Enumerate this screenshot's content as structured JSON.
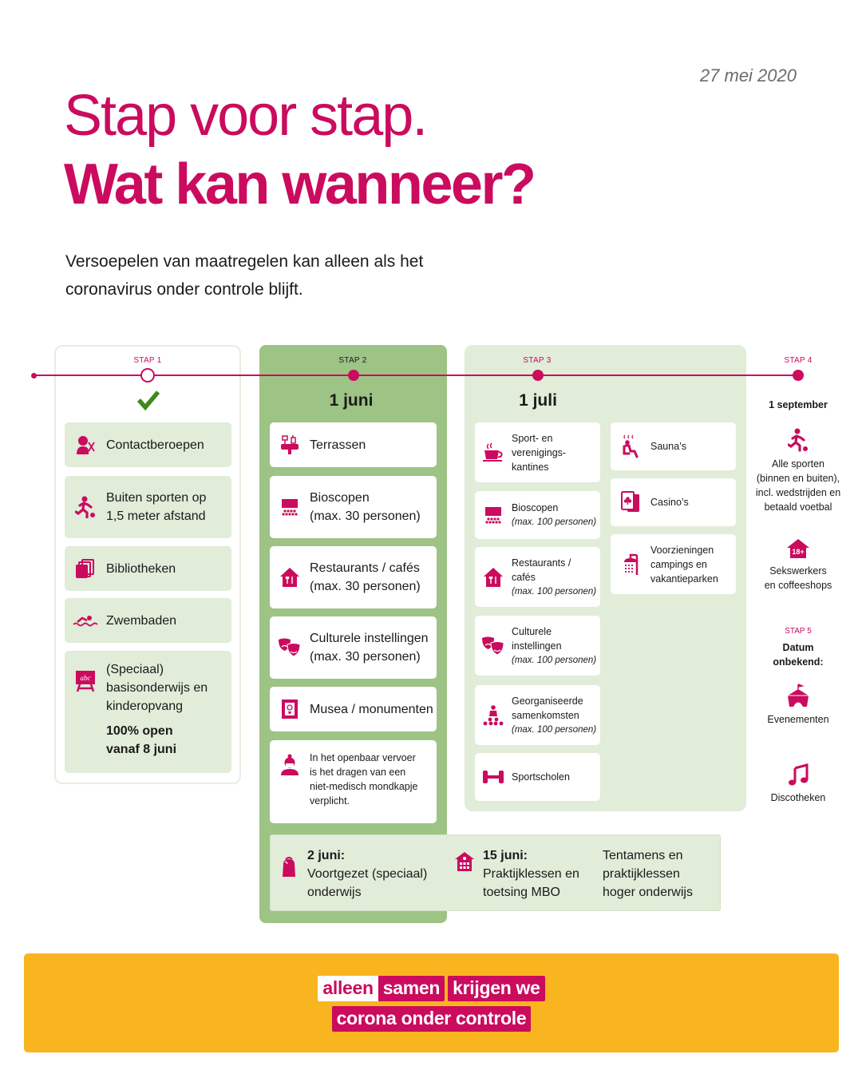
{
  "header": {
    "date": "27 mei 2020",
    "title_line1": "Stap voor stap.",
    "title_line2": "Wat kan wanneer?",
    "intro_line1": "Versoepelen van maatregelen kan alleen als het",
    "intro_line2": "coronavirus onder controle blijft."
  },
  "colors": {
    "magenta": "#ca0b5e",
    "dark_green": "#9dc385",
    "light_green": "#e1ecd9",
    "yellow": "#f9b51f",
    "check_green": "#3d8a1a"
  },
  "stap1": {
    "label": "STAP 1",
    "status_icon": "checkmark-icon",
    "items": [
      {
        "icon": "hairdresser-icon",
        "text": "Contactberoepen"
      },
      {
        "icon": "runner-icon",
        "line1": "Buiten sporten op",
        "line2": "1,5 meter afstand"
      },
      {
        "icon": "books-icon",
        "text": "Bibliotheken"
      },
      {
        "icon": "swimmer-icon",
        "text": "Zwembaden"
      },
      {
        "icon": "blackboard-icon",
        "line1": "(Speciaal)",
        "line2": "basisonderwijs en",
        "line3": "kinderopvang",
        "bold1": "100% open",
        "bold2": "vanaf 8 juni"
      }
    ]
  },
  "stap2": {
    "label": "STAP 2",
    "date": "1 juni",
    "items": [
      {
        "icon": "terrace-icon",
        "text": "Terrassen"
      },
      {
        "icon": "cinema-icon",
        "line1": "Bioscopen",
        "line2": "(max. 30 personen)"
      },
      {
        "icon": "restaurant-icon",
        "line1": "Restaurants / cafés",
        "line2": "(max. 30 personen)"
      },
      {
        "icon": "theater-masks-icon",
        "line1": "Culturele instellingen",
        "line2": "(max. 30 personen)"
      },
      {
        "icon": "museum-frame-icon",
        "text": "Musea / monumenten"
      },
      {
        "icon": "face-mask-icon",
        "line1": "In het openbaar vervoer",
        "line2": "is het dragen van een",
        "line3": "niet-medisch mondkapje",
        "line4": "verplicht."
      }
    ]
  },
  "stap3": {
    "label": "STAP 3",
    "date": "1 juli",
    "left_items": [
      {
        "icon": "coffee-cup-icon",
        "line1": "Sport- en",
        "line2": "verenigings-",
        "line3": "kantines"
      },
      {
        "icon": "cinema-icon",
        "line1": "Bioscopen",
        "note": "(max. 100 personen)"
      },
      {
        "icon": "restaurant-icon",
        "line1": "Restaurants /",
        "line2": "cafés",
        "note": "(max. 100 personen)"
      },
      {
        "icon": "theater-masks-icon",
        "line1": "Culturele",
        "line2": "instellingen",
        "note": "(max. 100 personen)"
      },
      {
        "icon": "gathering-icon",
        "line1": "Georganiseerde",
        "line2": "samenkomsten",
        "note": "(max. 100 personen)"
      },
      {
        "icon": "dumbbell-icon",
        "text": "Sportscholen"
      }
    ],
    "right_items": [
      {
        "icon": "sauna-icon",
        "text": "Sauna’s"
      },
      {
        "icon": "playing-card-icon",
        "text": "Casino’s"
      },
      {
        "icon": "shower-icon",
        "line1": "Voorzieningen",
        "line2": "campings en",
        "line3": "vakantieparken"
      }
    ]
  },
  "stap4": {
    "label": "STAP 4",
    "date": "1 september",
    "items": [
      {
        "icon": "soccer-player-icon",
        "line1": "Alle sporten",
        "line2": "(binnen en buiten),",
        "line3": "incl. wedstrijden en",
        "line4": "betaald voetbal"
      },
      {
        "icon": "adult-18-plus-icon",
        "badge": "18+",
        "line1": "Sekswerkers",
        "line2": "en coffeeshops"
      }
    ]
  },
  "stap5": {
    "label": "STAP 5",
    "date_line1": "Datum",
    "date_line2": "onbekend:",
    "items": [
      {
        "icon": "circus-tent-icon",
        "text": "Evenementen"
      },
      {
        "icon": "music-note-icon",
        "text": "Discotheken"
      }
    ]
  },
  "education": [
    {
      "icon": "backpack-icon",
      "date": "2 juni:",
      "line1": "Voortgezet (speciaal)",
      "line2": "onderwijs"
    },
    {
      "icon": "school-building-icon",
      "date": "15 juni:",
      "line1": "Praktijklessen en",
      "line2": "toetsing MBO"
    },
    {
      "line1": "Tentamens en",
      "line2": "praktijklessen",
      "line3": "hoger onderwijs"
    }
  ],
  "banner": {
    "word1": "alleen",
    "word2": "samen",
    "word3": "krijgen we",
    "line2": "corona onder controle"
  }
}
